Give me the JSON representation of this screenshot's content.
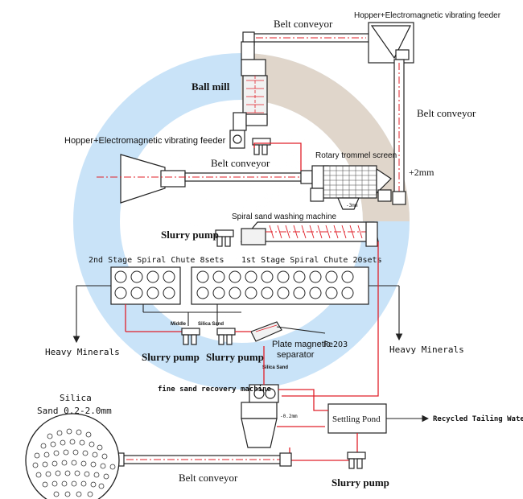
{
  "labels": {
    "belt_conveyor_top": "Belt conveyor",
    "hopper_top": "Hopper+Electromagnetic vibrating feeder",
    "ball_mill": "Ball mill",
    "belt_conveyor_right": "Belt conveyor",
    "hopper_left": "Hopper+Electromagnetic vibrating feeder",
    "belt_conveyor_mid": "Belt conveyor",
    "rotary_trommel": "Rotary trommel screen",
    "plus_2mm": "+2mm",
    "spiral_washer": "Spiral sand washing machine",
    "slurry_pump_1": "Slurry pump",
    "stage2_chute": "2nd Stage Spiral Chute 8sets",
    "stage1_chute": "1st Stage Spiral Chute 20sets",
    "middle": "Middle",
    "silica_sand_1": "Silica Sand",
    "heavy_minerals_left": "Heavy Minerals",
    "heavy_minerals_right": "Heavy Minerals",
    "plate_magnetic_1": "Plate magnetic",
    "plate_magnetic_2": "separator",
    "fe2o3": "Fe2O3",
    "slurry_pump_2": "Slurry pump",
    "slurry_pump_3": "Slurry pump",
    "silica_sand_2": "Silica Sand",
    "fine_sand_recovery": "fine sand recovery machine",
    "settling_pond": "Settling Pond",
    "recycled_water": "Recycled Tailing Water",
    "silica_1": "Silica",
    "silica_2": "Sand 0.2-2.0mm",
    "belt_conveyor_bottom": "Belt conveyor",
    "slurry_pump_4": "Slurry pump",
    "minus_3mm": "-3mm",
    "minus_02mm": "-0.2mm"
  },
  "colors": {
    "flow_line": "#e0202a",
    "equipment_line": "#222222",
    "watermark_blue": "#4da3e8",
    "watermark_orange": "#f0a050"
  }
}
